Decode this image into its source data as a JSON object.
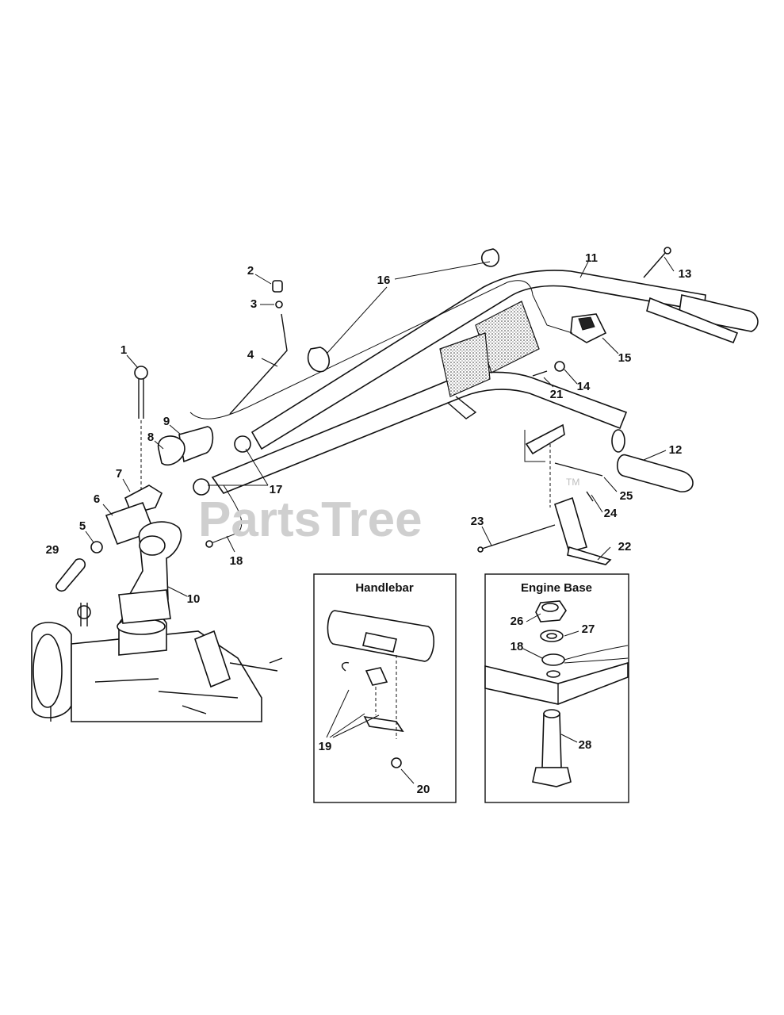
{
  "watermark": {
    "text": "PartsTree",
    "tm": "TM"
  },
  "insets": {
    "handlebar": {
      "title": "Handlebar"
    },
    "engine_base": {
      "title": "Engine Base"
    }
  },
  "callouts": [
    {
      "id": "c1",
      "text": "1"
    },
    {
      "id": "c2",
      "text": "2"
    },
    {
      "id": "c3",
      "text": "3"
    },
    {
      "id": "c4",
      "text": "4"
    },
    {
      "id": "c5",
      "text": "5"
    },
    {
      "id": "c6",
      "text": "6"
    },
    {
      "id": "c7",
      "text": "7"
    },
    {
      "id": "c8",
      "text": "8"
    },
    {
      "id": "c9",
      "text": "9"
    },
    {
      "id": "c10",
      "text": "10"
    },
    {
      "id": "c11",
      "text": "11"
    },
    {
      "id": "c12",
      "text": "12"
    },
    {
      "id": "c13",
      "text": "13"
    },
    {
      "id": "c14",
      "text": "14"
    },
    {
      "id": "c15",
      "text": "15"
    },
    {
      "id": "c16",
      "text": "16"
    },
    {
      "id": "c17",
      "text": "17"
    },
    {
      "id": "c18",
      "text": "18"
    },
    {
      "id": "c19",
      "text": "19"
    },
    {
      "id": "c20",
      "text": "20"
    },
    {
      "id": "c21",
      "text": "21"
    },
    {
      "id": "c22",
      "text": "22"
    },
    {
      "id": "c23",
      "text": "23"
    },
    {
      "id": "c24",
      "text": "24"
    },
    {
      "id": "c25",
      "text": "25"
    },
    {
      "id": "c29",
      "text": "29"
    },
    {
      "id": "e26",
      "text": "26"
    },
    {
      "id": "e27",
      "text": "27"
    },
    {
      "id": "e18",
      "text": "18"
    },
    {
      "id": "e28",
      "text": "28"
    }
  ]
}
